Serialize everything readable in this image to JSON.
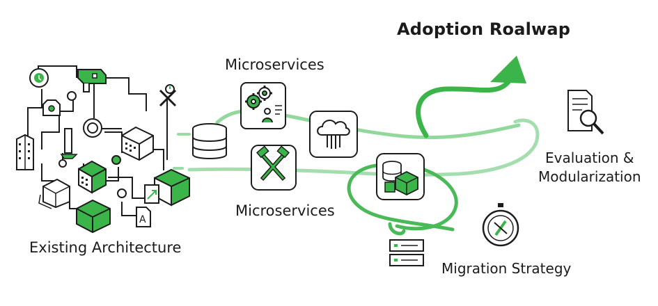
{
  "title": "Adoption Roalwap",
  "labels": {
    "microservices_top": "Microservices",
    "microservices_mid": "Microservices",
    "existing_architecture": "Existing Architecture",
    "evaluation_line1": "Evaluation &",
    "evaluation_line2": "Modularization",
    "migration_strategy": "Migration Strategy"
  },
  "glyphs": {
    "doc_letter": "A"
  },
  "colors": {
    "accent": "#3bb54a",
    "accent_light": "#9adba3",
    "ink": "#1b1b1b"
  }
}
